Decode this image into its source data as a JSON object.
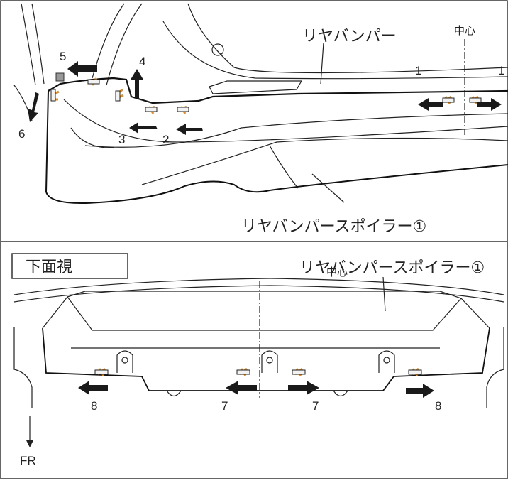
{
  "top": {
    "label_bumper": "リヤバンパー",
    "label_spoiler": "リヤバンパースポイラー①",
    "label_center": "中心",
    "steps": {
      "s1a": "1",
      "s1b": "1",
      "s2": "2",
      "s3": "3",
      "s4": "4",
      "s5": "5",
      "s6": "6"
    }
  },
  "bottom": {
    "view_label": "下面視",
    "label_spoiler": "リヤバンパースポイラー①",
    "label_center": "中心",
    "steps": {
      "s7a": "7",
      "s7b": "7",
      "s8a": "8",
      "s8b": "8"
    },
    "direction": "FR"
  },
  "colors": {
    "line": "#1a1a1a",
    "arrow": "#1a1a1a",
    "clip": "#e0902a",
    "tape": "#f2f2f2",
    "background": "#ffffff"
  }
}
